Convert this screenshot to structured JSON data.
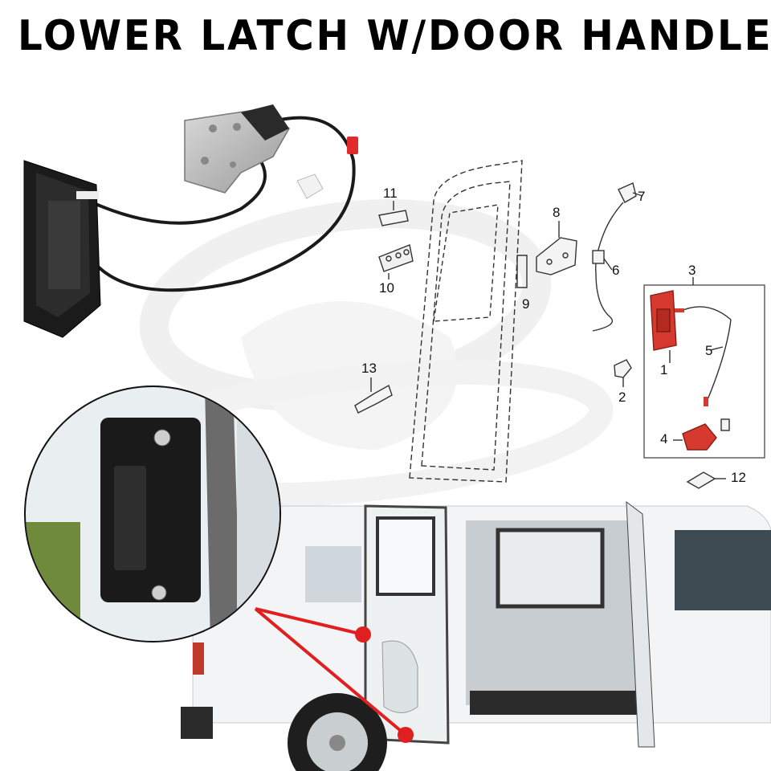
{
  "title": "LOWER LATCH W/DOOR HANDLE",
  "callouts": [
    "1",
    "2",
    "3",
    "4",
    "5",
    "6",
    "7",
    "8",
    "9",
    "10",
    "11",
    "12",
    "13"
  ],
  "colors": {
    "highlight_red": "#e02020",
    "part_red": "#d63a2e",
    "van_white": "#f2f4f5",
    "watermark_gray": "#e6e6e6"
  },
  "icons": [
    "pointer-dot-icon"
  ]
}
